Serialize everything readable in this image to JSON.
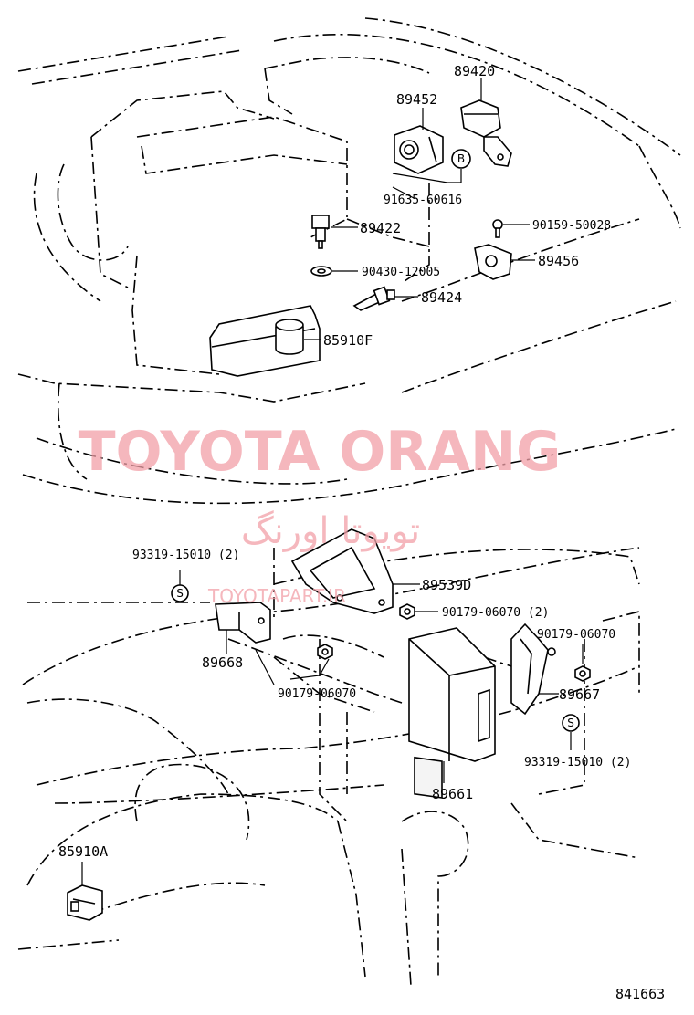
{
  "watermark": {
    "brand": "TOYOTA ORANG",
    "persian": "تویوتا اورنگ",
    "url": "TOYOTAPART.IR",
    "color": "#f2a0a8"
  },
  "parts": {
    "p89420": "89420",
    "p89452": "89452",
    "p91635": "91635-60616",
    "p89422": "89422",
    "p90159": "90159-50028",
    "p89456": "89456",
    "p90430": "90430-12005",
    "p89424": "89424",
    "p85910F": "85910F",
    "p93319a": "93319-15010 (2)",
    "p89539D": "89539D",
    "p90179a": "90179-06070 (2)",
    "p90179b": "90179-06070",
    "p89668": "89668",
    "p90179c": "90179-06070",
    "p89667": "89667",
    "p93319b": "93319-15010 (2)",
    "p89661": "89661",
    "p85910A": "85910A"
  },
  "callouts": {
    "b": "B",
    "s1": "S",
    "s2": "S"
  },
  "diagram_code": "841663"
}
